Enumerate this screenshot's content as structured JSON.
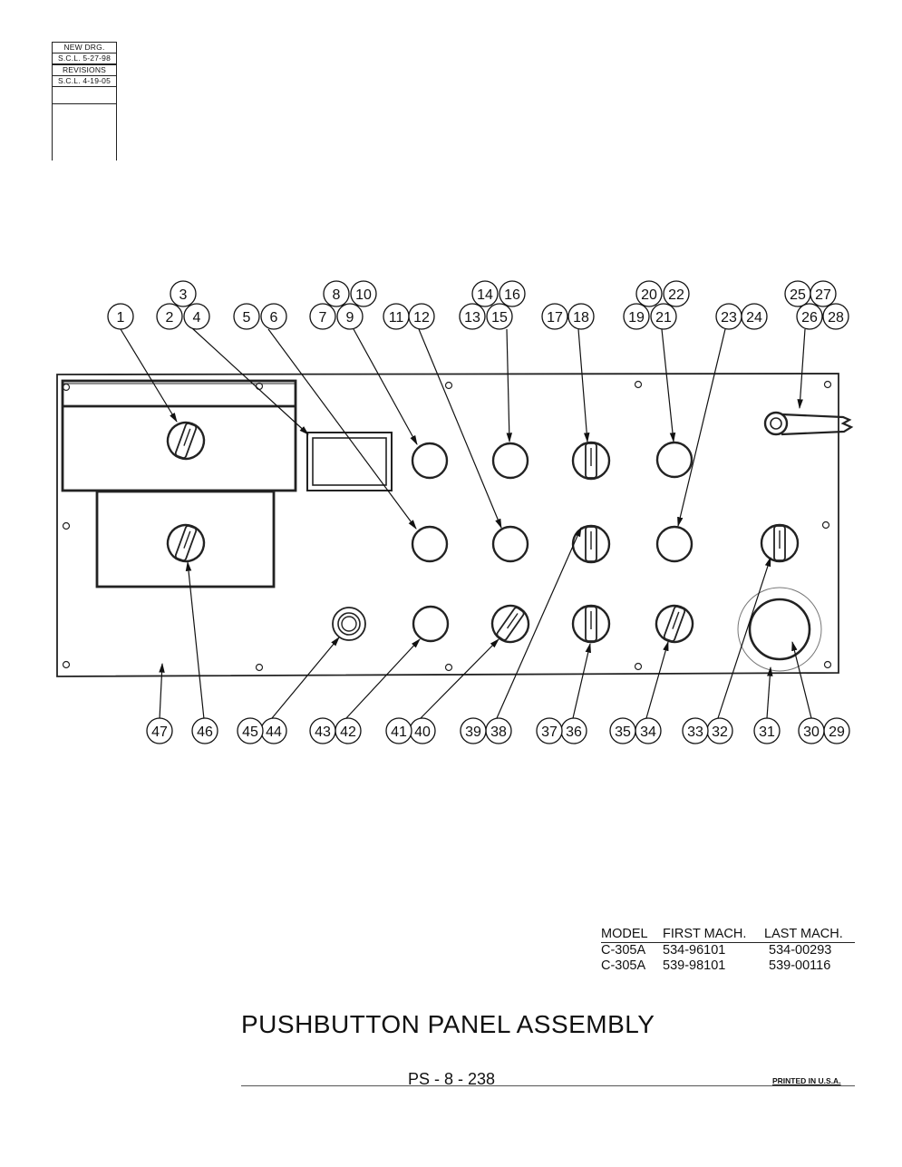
{
  "revision_block": {
    "rows": [
      "NEW DRG.",
      "S.C.L. 5-27-98",
      "REVISIONS",
      "S.C.L. 4-19-05"
    ]
  },
  "callouts": {
    "top_row": [
      "1",
      "2",
      "3",
      "4",
      "5",
      "6",
      "7",
      "8",
      "9",
      "10",
      "11",
      "12",
      "13",
      "14",
      "15",
      "16",
      "17",
      "18",
      "19",
      "20",
      "21",
      "22",
      "23",
      "24",
      "25",
      "26",
      "27",
      "28"
    ],
    "bottom_row": [
      "29",
      "30",
      "31",
      "32",
      "33",
      "34",
      "35",
      "36",
      "37",
      "38",
      "39",
      "40",
      "41",
      "42",
      "43",
      "44",
      "45",
      "46",
      "47"
    ]
  },
  "model_table": {
    "headers": [
      "MODEL",
      "FIRST MACH.",
      "LAST MACH."
    ],
    "rows": [
      [
        "C-305A",
        "534-96101",
        "534-00293"
      ],
      [
        "C-305A",
        "539-98101",
        "539-00116"
      ]
    ]
  },
  "title": "PUSHBUTTON PANEL ASSEMBLY",
  "page_number": "PS - 8 - 238",
  "printed_in": "PRINTED IN U.S.A."
}
